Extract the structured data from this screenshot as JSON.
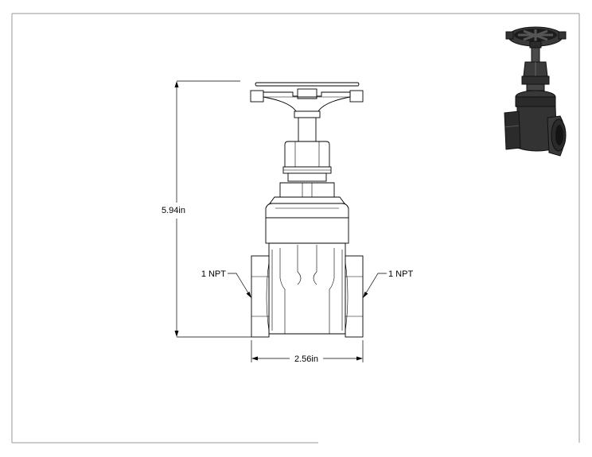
{
  "drawing": {
    "height_dimension": "5.94in",
    "width_dimension": "2.56in",
    "left_port_label": "1 NPT",
    "right_port_label": "1 NPT"
  },
  "thumbnail": {
    "icon": "gate-valve-3d-icon",
    "color": "#2e2e2e"
  },
  "colors": {
    "line": "#000000",
    "frame": "#9a9a9a"
  }
}
